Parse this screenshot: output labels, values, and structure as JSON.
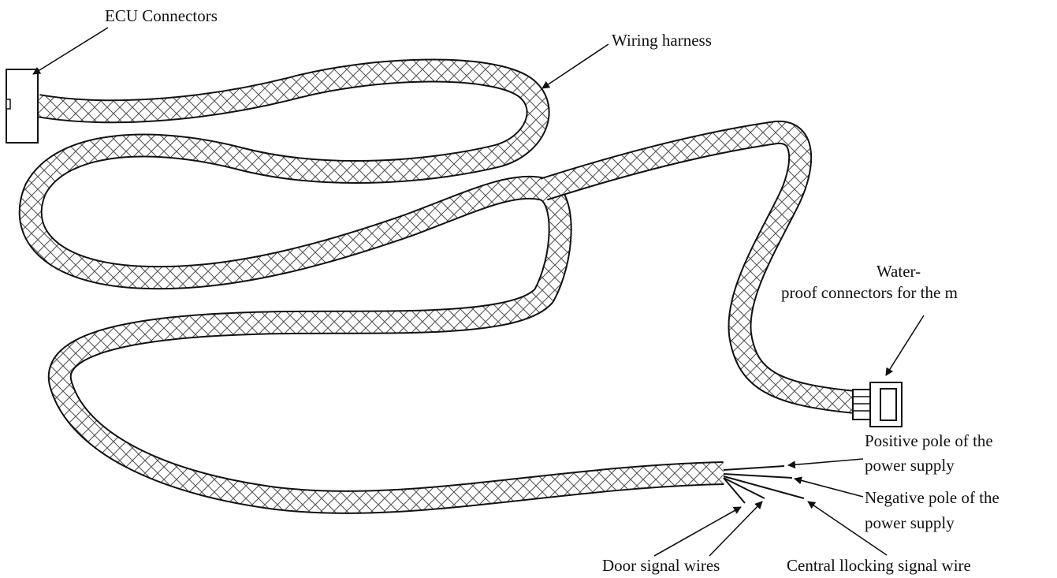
{
  "labels": {
    "ecu": "ECU Connectors",
    "harness": "Wiring harness",
    "waterproof_line1": "Water-",
    "waterproof_line2": "proof connectors for the m",
    "positive_line1": "Positive pole of the",
    "positive_line2": "power supply",
    "negative_line1": "Negative pole of the",
    "negative_line2": "power supply",
    "door": "Door signal wires",
    "central": "Central llocking signal wire"
  },
  "colors": {
    "outline": "#111111",
    "mesh": "#555555",
    "background": "#ffffff"
  }
}
